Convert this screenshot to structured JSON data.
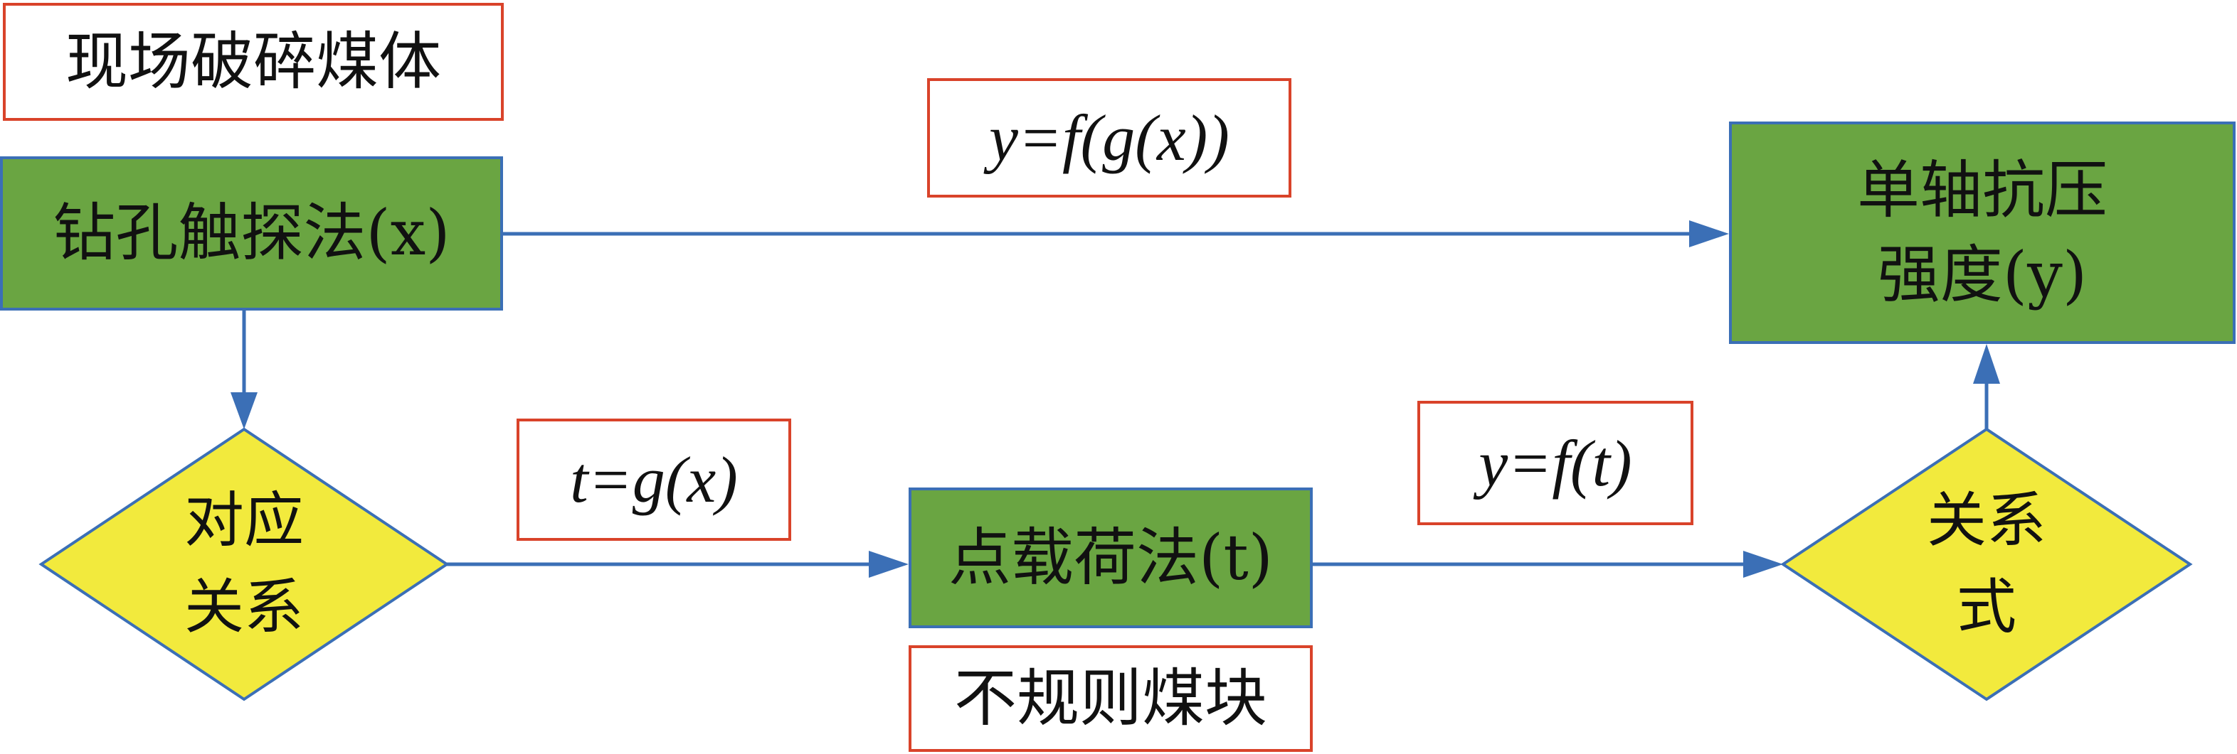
{
  "colors": {
    "process_fill": "#6aa542",
    "decision_fill": "#f2ea3d",
    "connector_blue": "#3b6fb6",
    "label_frame_red": "#d9432a"
  },
  "labels": {
    "field_coal": "现场破碎煤体",
    "irregular_coal": "不规则煤块"
  },
  "nodes": {
    "drilling_probe": "钻孔触探法(x)",
    "ucs_line1": "单轴抗压",
    "ucs_line2": "强度(y)",
    "correspondence_line1": "对应",
    "correspondence_line2": "关系",
    "point_load": "点载荷法(t)",
    "relation_line1": "关系",
    "relation_line2": "式"
  },
  "formulas": {
    "top": "y=f(g(x))",
    "middle": "t=g(x)",
    "right": "y=f(t)"
  }
}
